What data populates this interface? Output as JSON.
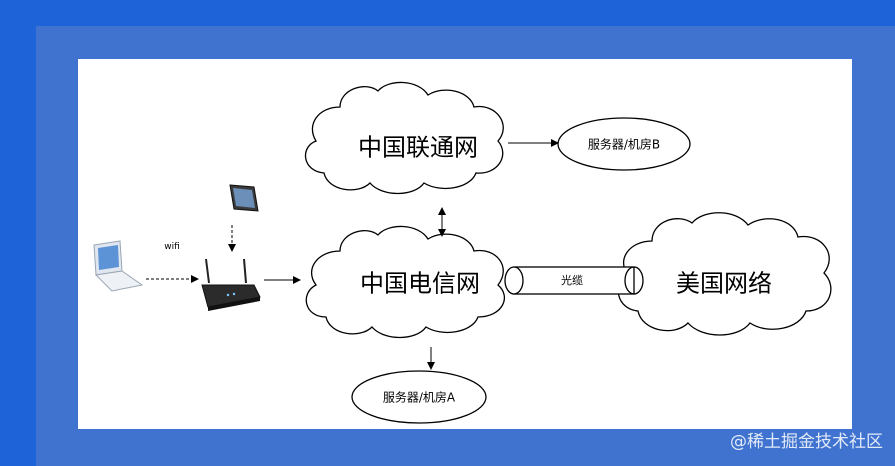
{
  "diagram": {
    "nodes": {
      "unicom": "中国联通网",
      "telecom": "中国电信网",
      "us_network": "美国网络",
      "server_b": "服务器/机房B",
      "server_a": "服务器/机房A"
    },
    "edge_labels": {
      "wifi": "wifi",
      "cable": "光缆"
    },
    "devices": [
      "laptop-icon",
      "tablet-icon",
      "router-icon"
    ]
  },
  "watermark": "@稀土掘金技术社区"
}
